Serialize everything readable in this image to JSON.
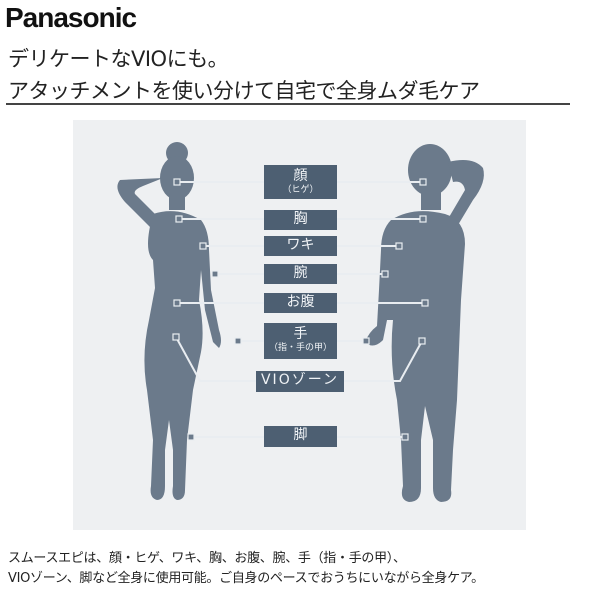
{
  "brand": {
    "logo": "Panasonic"
  },
  "headline": {
    "line1": "デリケートなVIOにも。",
    "line2": "アタッチメントを使い分けて自宅で全身ムダ毛ケア"
  },
  "figure": {
    "colors": {
      "panel": "#eef0f2",
      "silhouette": "#6b7a8b",
      "label_bg": "#4d5f72",
      "label_text": "#f0f3f6"
    },
    "labels": [
      {
        "main": "顔",
        "sub": "（ヒゲ）"
      },
      {
        "main": "胸",
        "sub": ""
      },
      {
        "main": "ワキ",
        "sub": ""
      },
      {
        "main": "腕",
        "sub": ""
      },
      {
        "main": "お腹",
        "sub": ""
      },
      {
        "main": "手",
        "sub": "（指・手の甲）"
      },
      {
        "main": "VIOゾーン",
        "sub": ""
      },
      {
        "main": "脚",
        "sub": ""
      }
    ]
  },
  "description": {
    "line1": "スムースエピは、顔・ヒゲ、ワキ、胸、お腹、腕、手（指・手の甲）、",
    "line2": "VIOゾーン、脚など全身に使用可能。ご自身のペースでおうちにいながら全身ケア。"
  }
}
